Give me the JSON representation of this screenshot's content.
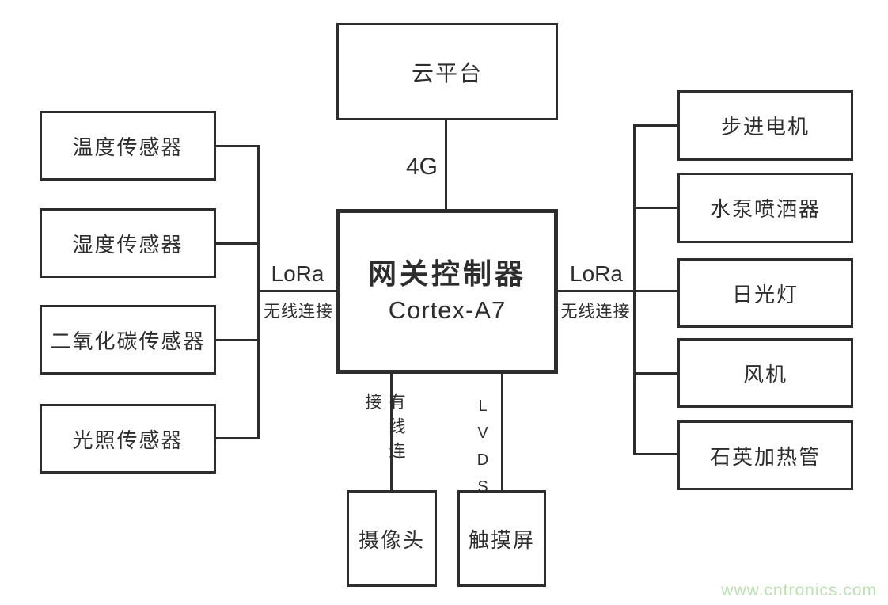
{
  "diagram": {
    "nodes": {
      "cloud": "云平台",
      "gateway": {
        "name": "网关控制器",
        "chip": "Cortex-A7"
      },
      "sensors": [
        "温度传感器",
        "湿度传感器",
        "二氧化碳传感器",
        "光照传感器"
      ],
      "actuators": [
        "步进电机",
        "水泵喷洒器",
        "日光灯",
        "风机",
        "石英加热管"
      ],
      "peripherals": [
        "摄像头",
        "触摸屏"
      ]
    },
    "links": {
      "cloud": "4G",
      "left": {
        "protocol": "LoRa",
        "mode": "无线连接"
      },
      "right": {
        "protocol": "LoRa",
        "mode": "无线连接"
      },
      "camera": "有线连接",
      "touchscreen": "LVDS"
    },
    "colors": {
      "background": "#ffffff",
      "line": "#2d2d2d",
      "text": "#2d2d2d",
      "watermark": "#b9e3ae"
    },
    "watermark": "www.cntronics.com"
  }
}
